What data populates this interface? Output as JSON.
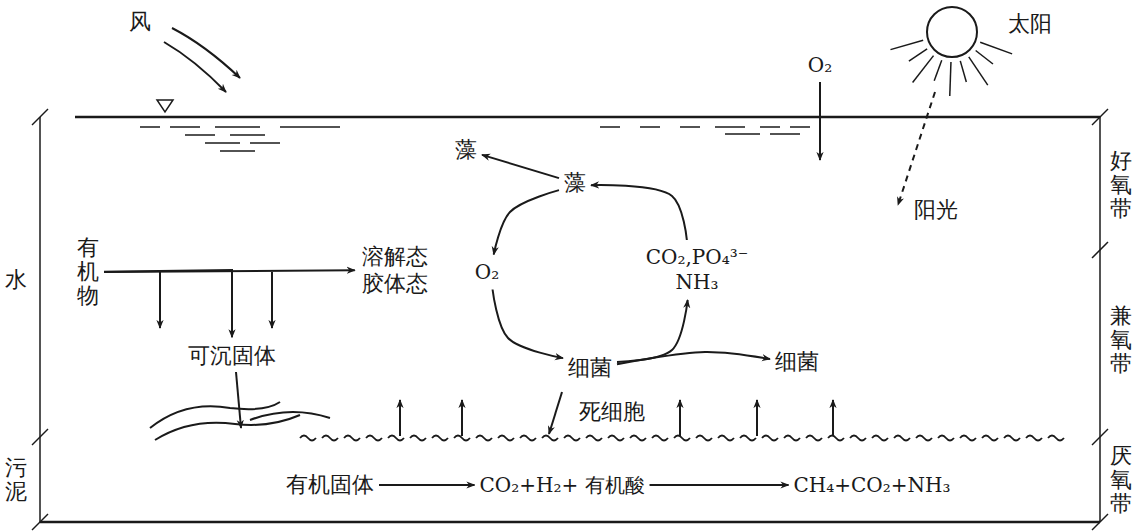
{
  "diagram": {
    "nodes": [
      {
        "text": [
          "有机物"
        ]
      },
      {
        "text": [
          "溶解态 胶体态"
        ]
      },
      {
        "text": [
          "可沉固体"
        ]
      },
      {
        "text": [
          "藻"
        ]
      },
      {
        "text": [
          "藻"
        ]
      },
      {
        "text": [
          "O₂"
        ]
      },
      {
        "text": [
          "CO₂,PO₄³⁻ NH₃"
        ]
      },
      {
        "text": [
          "细菌"
        ]
      },
      {
        "text": [
          "细菌"
        ]
      },
      {
        "text": [
          "有机固体"
        ]
      },
      {
        "text": [
          "CO₂+H₂+ 有机酸"
        ]
      },
      {
        "text": [
          "CH₄+CO₂+NH₃"
        ]
      }
    ],
    "edges": [
      {
        "from": 0,
        "to": 1,
        "arrow": "to"
      },
      {
        "from": 0,
        "to": 2,
        "arrow": "to"
      },
      {
        "from": 4,
        "to": 3,
        "arrow": "to"
      },
      {
        "from": 4,
        "to": 5,
        "arrow": "to"
      },
      {
        "from": 5,
        "to": 7,
        "arrow": "to"
      },
      {
        "from": 7,
        "to": 6,
        "arrow": "to"
      },
      {
        "from": 7,
        "to": 8,
        "arrow": "to"
      },
      {
        "from": 6,
        "to": 4,
        "arrow": "to"
      },
      {
        "from": 9,
        "to": 10,
        "arrow": "to"
      },
      {
        "from": 10,
        "to": 11,
        "arrow": "to"
      }
    ],
    "labels": [
      "风",
      "太阳",
      "O₂",
      "阳光",
      "好氧带",
      "兼氧带",
      "厌氧带",
      "水",
      "污泥",
      "死细胞"
    ]
  }
}
